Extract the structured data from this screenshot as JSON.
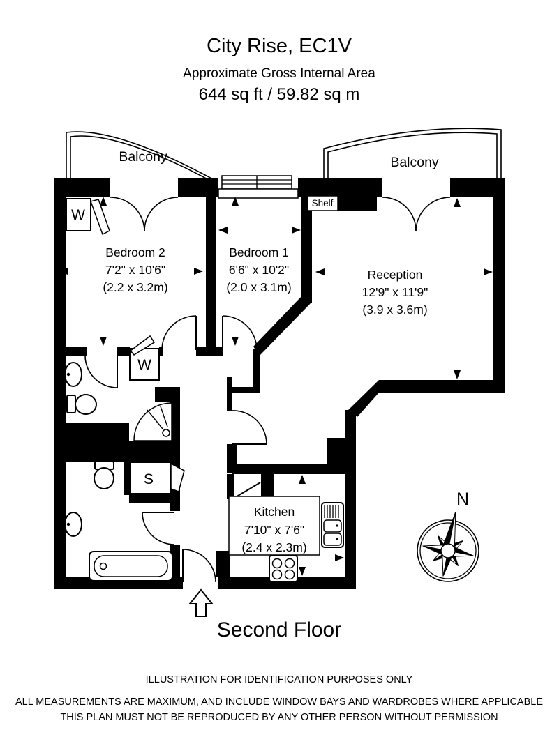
{
  "header": {
    "title": "City Rise, EC1V",
    "subtitle": "Approximate Gross Internal Area",
    "area": "644 sq ft / 59.82 sq m"
  },
  "rooms": [
    {
      "name": "Bedroom 2",
      "dims_imperial": "7'2\" x 10'6\"",
      "dims_metric": "(2.2 x 3.2m)"
    },
    {
      "name": "Bedroom 1",
      "dims_imperial": "6'6\" x 10'2\"",
      "dims_metric": "(2.0 x 3.1m)"
    },
    {
      "name": "Reception",
      "dims_imperial": "12'9\" x 11'9\"",
      "dims_metric": "(3.9 x 3.6m)"
    },
    {
      "name": "Kitchen",
      "dims_imperial": "7'10\" x 7'6\"",
      "dims_metric": "(2.4 x 2.3m)"
    }
  ],
  "annotations": {
    "balcony_left": "Balcony",
    "balcony_right": "Balcony",
    "wardrobe_bedroom2": "W",
    "wardrobe_hall": "W",
    "storage_cupboard": "S",
    "shelf": "Shelf",
    "north": "N"
  },
  "floor": {
    "name": "Second Floor"
  },
  "footer": {
    "line1": "ILLUSTRATION FOR IDENTIFICATION PURPOSES ONLY",
    "line2": "ALL MEASUREMENTS ARE MAXIMUM, AND INCLUDE WINDOW BAYS AND WARDROBES WHERE APPLICABLE",
    "line3": "THIS PLAN MUST NOT BE REPRODUCED BY ANY OTHER PERSON WITHOUT PERMISSION"
  },
  "colors": {
    "ink": "#000000",
    "paper": "#ffffff"
  }
}
